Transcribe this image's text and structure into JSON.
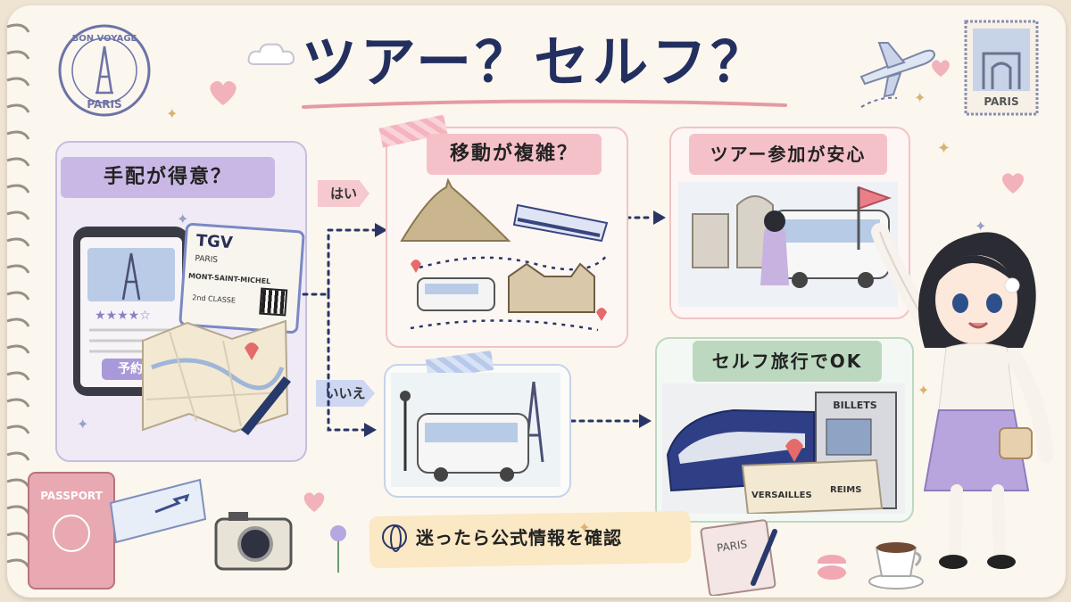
{
  "title": "ツアー？セルフ？",
  "stamp": {
    "top": "BON VOYAGE",
    "bottom": "PARIS"
  },
  "postage_stamp": {
    "label": "PARIS"
  },
  "start_box": {
    "label": "手配が得意？",
    "ticket": {
      "brand": "TGV",
      "from": "PARIS",
      "to": "MONT-SAINT-MICHEL",
      "class": "2nd CLASSE"
    },
    "phone_button": "予約"
  },
  "branches": {
    "yes": "はい",
    "no": "いいえ"
  },
  "complex_box": {
    "label": "移動が複雑？"
  },
  "tour_box": {
    "label": "ツアー参加が安心"
  },
  "self_box": {
    "label": "セルフ旅行でOK",
    "machine": "BILLETS",
    "map_labels": [
      "VERSAILLES",
      "REIMS"
    ]
  },
  "bottom_note": {
    "label": "迷ったら公式情報を確認"
  },
  "passport": {
    "label": "PASSPORT"
  },
  "notebook_label": "PARIS",
  "colors": {
    "title": "#23305f",
    "purple": "#b9a5de",
    "pink": "#f2b6bd",
    "green": "#bcd9c0",
    "blue": "#b9c9ea",
    "cream": "#fbe8c4"
  }
}
